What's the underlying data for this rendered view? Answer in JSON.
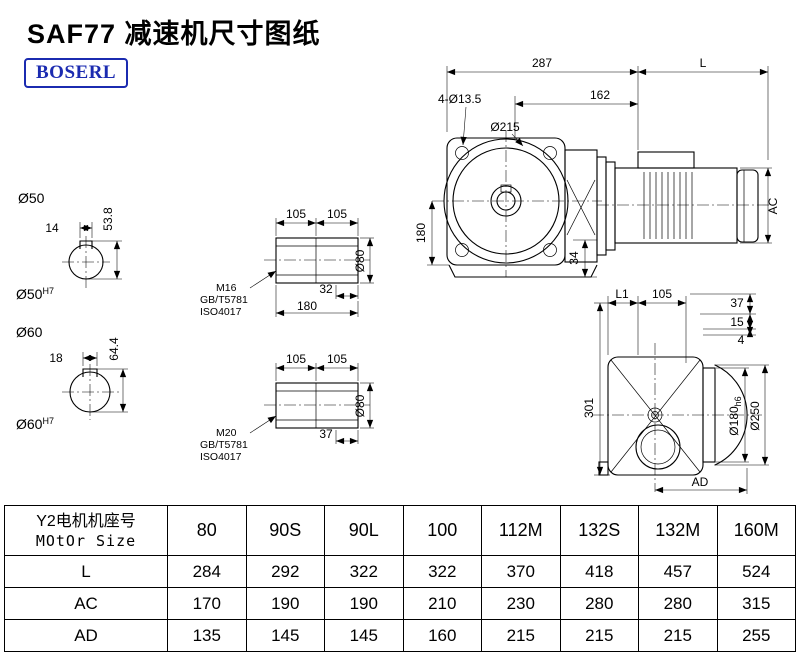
{
  "page": {
    "title": "SAF77 减速机尺寸图纸",
    "logo": "BOSERL"
  },
  "drawings": {
    "front_view": {
      "dim_287": "287",
      "dim_L": "L",
      "dim_holes": "4-Ø13.5",
      "dim_162": "162",
      "dim_d215": "Ø215",
      "dim_180": "180",
      "dim_34": "34",
      "dim_AC": "AC"
    },
    "hole50": {
      "label": "Ø50",
      "dim_width": "14",
      "dim_depth": "53.8",
      "fit_label": "Ø50",
      "fit_sup": "H7"
    },
    "hole60": {
      "label": "Ø60",
      "dim_width": "18",
      "dim_depth": "64.4",
      "fit_label": "Ø60",
      "fit_sup": "H7"
    },
    "shaft_m16": {
      "dim_105a": "105",
      "dim_105b": "105",
      "thread": "M16",
      "std1": "GB/T5781",
      "std2": "ISO4017",
      "dim_32": "32",
      "dim_180": "180",
      "dim_d80": "Ø80"
    },
    "shaft_m20": {
      "dim_105a": "105",
      "dim_105b": "105",
      "thread": "M20",
      "std1": "GB/T5781",
      "std2": "ISO4017",
      "dim_37": "37",
      "dim_d80": "Ø80"
    },
    "side_view": {
      "dim_L1": "L1",
      "dim_105": "105",
      "dim_37": "37",
      "dim_15": "15",
      "dim_4": "4",
      "dim_301": "301",
      "fit_label": "Ø180",
      "fit_sup": "h6",
      "dim_d250": "Ø250",
      "dim_AD": "AD"
    }
  },
  "table": {
    "header_line1": "Y2电机机座号",
    "header_line2": "MOtOr Size",
    "sizes": [
      "80",
      "90S",
      "90L",
      "100",
      "112M",
      "132S",
      "132M",
      "160M"
    ],
    "rows": [
      {
        "label": "L",
        "values": [
          "284",
          "292",
          "322",
          "322",
          "370",
          "418",
          "457",
          "524"
        ]
      },
      {
        "label": "AC",
        "values": [
          "170",
          "190",
          "190",
          "210",
          "230",
          "280",
          "280",
          "315"
        ]
      },
      {
        "label": "AD",
        "values": [
          "135",
          "145",
          "145",
          "160",
          "215",
          "215",
          "215",
          "255"
        ]
      }
    ]
  }
}
